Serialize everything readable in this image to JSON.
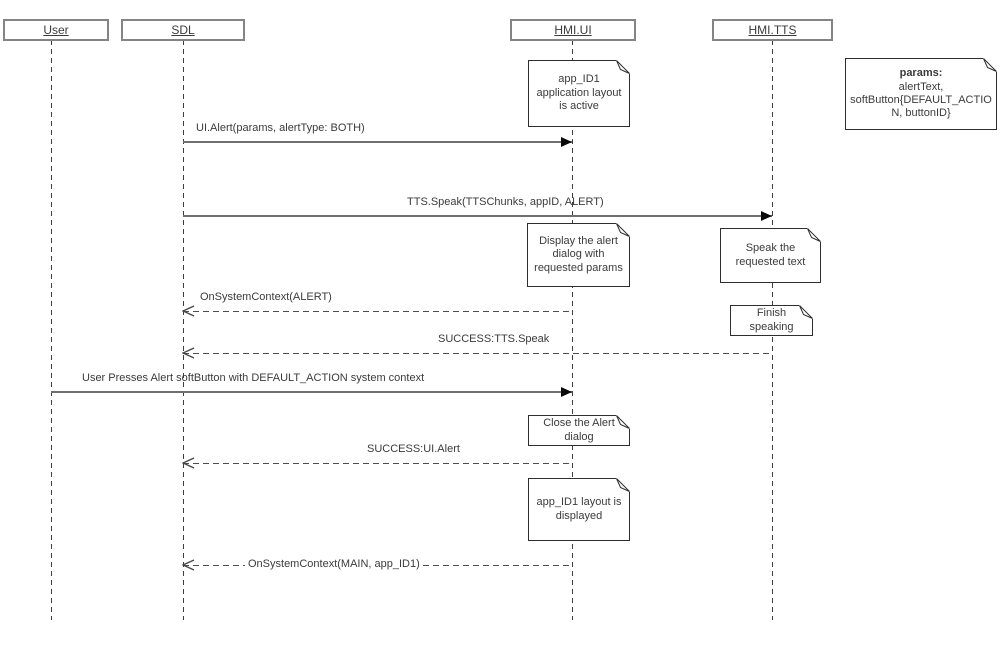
{
  "diagram_type": "uml-sequence",
  "lifelines": [
    {
      "id": "user",
      "label": "User"
    },
    {
      "id": "sdl",
      "label": "SDL"
    },
    {
      "id": "hmi_ui",
      "label": "HMI.UI"
    },
    {
      "id": "hmi_tts",
      "label": "HMI.TTS"
    }
  ],
  "notes": [
    {
      "id": "app-layout-active",
      "text": "app_ID1 application layout is active"
    },
    {
      "id": "params",
      "title": "params:",
      "text": "alertText, softButton{DEFAULT_ACTION, buttonID}"
    },
    {
      "id": "display-alert",
      "text": "Display the alert dialog with requested params"
    },
    {
      "id": "speak-text",
      "text": "Speak the requested text"
    },
    {
      "id": "finish-speaking",
      "text": "Finish speaking"
    },
    {
      "id": "close-alert",
      "text": "Close the Alert dialog"
    },
    {
      "id": "app-layout-displayed",
      "text": "app_ID1 layout is displayed"
    }
  ],
  "messages": [
    {
      "id": "ui-alert",
      "label": "UI.Alert(params, alertType: BOTH)",
      "from": "SDL",
      "to": "HMI.UI",
      "line": "solid"
    },
    {
      "id": "tts-speak",
      "label": "TTS.Speak(TTSChunks, appID, ALERT)",
      "from": "SDL",
      "to": "HMI.TTS",
      "line": "solid"
    },
    {
      "id": "on-context-alert",
      "label": "OnSystemContext(ALERT)",
      "from": "HMI.UI",
      "to": "SDL",
      "line": "dashed"
    },
    {
      "id": "success-tts-speak",
      "label": "SUCCESS:TTS.Speak",
      "from": "HMI.TTS",
      "to": "SDL",
      "line": "dashed"
    },
    {
      "id": "user-presses",
      "label": "User Presses Alert softButton with DEFAULT_ACTION system context",
      "from": "User",
      "to": "HMI.UI",
      "line": "solid"
    },
    {
      "id": "success-ui-alert",
      "label": "SUCCESS:UI.Alert",
      "from": "HMI.UI",
      "to": "SDL",
      "line": "dashed"
    },
    {
      "id": "on-context-main",
      "label": "OnSystemContext(MAIN, app_ID1)",
      "from": "HMI.UI",
      "to": "SDL",
      "line": "dashed"
    }
  ],
  "colors": {
    "background": "#ffffff",
    "solid_line": "#6f6f6f",
    "dashed_line": "#4e4e4e",
    "arrowhead": "#0a0a0a",
    "head_border": "#848484",
    "note_border": "#2e2e2e",
    "text": "#3b3b3b"
  }
}
